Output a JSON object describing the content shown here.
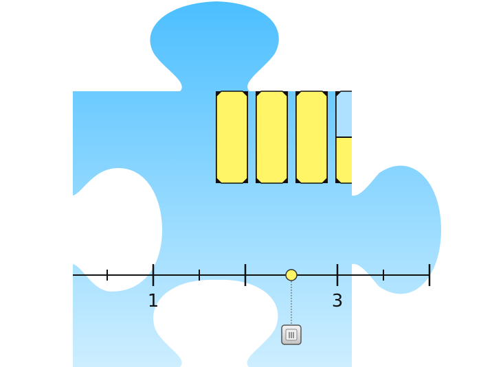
{
  "puzzle_piece": {
    "gradient_top": "#4cbfff",
    "gradient_bottom": "#cdeeff"
  },
  "fraction_bars": {
    "fill_color": "#fff566",
    "empty_color": "#aee0ff",
    "outline_color": "#111111",
    "bars": [
      {
        "filled_fraction": 1
      },
      {
        "filled_fraction": 1
      },
      {
        "filled_fraction": 1
      },
      {
        "filled_fraction": 0.5
      }
    ]
  },
  "number_line": {
    "min": 0,
    "max": 4,
    "minor_step": 0.5,
    "labels": [
      {
        "value": 1,
        "text": "1"
      },
      {
        "value": 3,
        "text": "3"
      }
    ],
    "point": {
      "value": 2.5,
      "color": "#fff566"
    }
  },
  "drag_handle": {
    "icon": "grip-icon",
    "color": "#dcdcdc"
  }
}
